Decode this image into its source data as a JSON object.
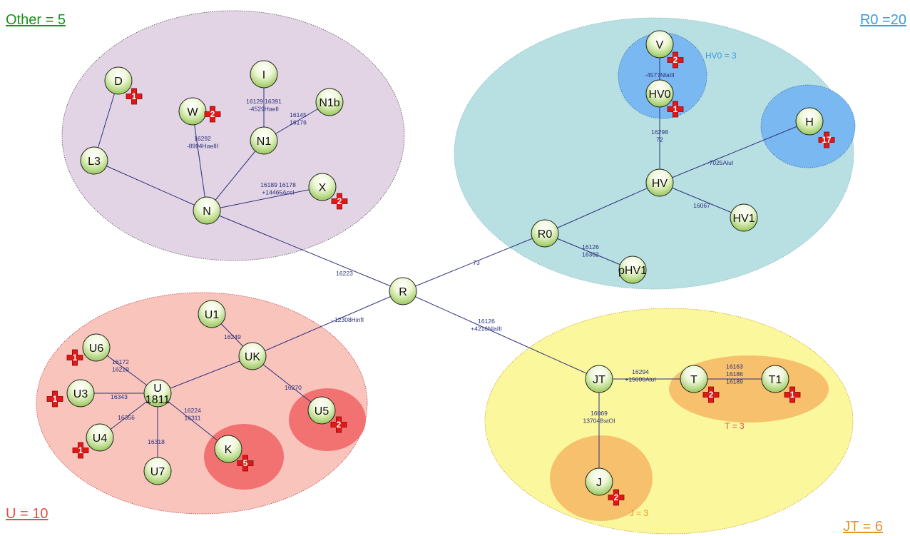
{
  "colors": {
    "other": "#1a8f1a",
    "r0": "#3a9be0",
    "u": "#e84c4c",
    "jt": "#e8922a",
    "edge": "#2b2f7e",
    "badge": "#e01818"
  },
  "groups": {
    "other": {
      "label": "Other = 5"
    },
    "r0": {
      "label": "R0 =20"
    },
    "u": {
      "label": "U = 10"
    },
    "jt": {
      "label": "JT = 6"
    },
    "hv0": {
      "label": "HV0 = 3"
    },
    "t": {
      "label": "T = 3"
    },
    "j": {
      "label": "J = 3"
    }
  },
  "nodes": [
    {
      "id": "R",
      "label": "R"
    },
    {
      "id": "N",
      "label": "N"
    },
    {
      "id": "L3",
      "label": "L3"
    },
    {
      "id": "D",
      "label": "D",
      "badge": "1"
    },
    {
      "id": "W",
      "label": "W",
      "badge": "2"
    },
    {
      "id": "I",
      "label": "I"
    },
    {
      "id": "N1",
      "label": "N1"
    },
    {
      "id": "N1b",
      "label": "N1b"
    },
    {
      "id": "X",
      "label": "X",
      "badge": "2"
    },
    {
      "id": "R0",
      "label": "R0"
    },
    {
      "id": "HV",
      "label": "HV"
    },
    {
      "id": "HV0",
      "label": "HV0",
      "badge": "1"
    },
    {
      "id": "V",
      "label": "V",
      "badge": "2"
    },
    {
      "id": "H",
      "label": "H",
      "badge": "17"
    },
    {
      "id": "HV1",
      "label": "HV1"
    },
    {
      "id": "pHV1",
      "label": "pHV1"
    },
    {
      "id": "UK",
      "label": "UK"
    },
    {
      "id": "U",
      "label": "U",
      "sublabel": "1811"
    },
    {
      "id": "U1",
      "label": "U1"
    },
    {
      "id": "U6",
      "label": "U6",
      "badge": "1"
    },
    {
      "id": "U3",
      "label": "U3",
      "badge": "1"
    },
    {
      "id": "U4",
      "label": "U4",
      "badge": "1"
    },
    {
      "id": "U7",
      "label": "U7"
    },
    {
      "id": "K",
      "label": "K",
      "badge": "5"
    },
    {
      "id": "U5",
      "label": "U5",
      "badge": "2"
    },
    {
      "id": "JT",
      "label": "JT"
    },
    {
      "id": "T",
      "label": "T",
      "badge": "2"
    },
    {
      "id": "T1",
      "label": "T1",
      "badge": "1"
    },
    {
      "id": "J",
      "label": "J",
      "badge": "2"
    }
  ],
  "edges": [
    {
      "from": "R",
      "to": "N",
      "label": [
        "16223"
      ]
    },
    {
      "from": "R",
      "to": "R0",
      "label": [
        "73"
      ]
    },
    {
      "from": "R",
      "to": "UK",
      "label": [
        "- 12308HinfI"
      ]
    },
    {
      "from": "R",
      "to": "JT",
      "label": [
        "16126",
        "+4216NlaIII"
      ]
    },
    {
      "from": "N",
      "to": "L3",
      "label": []
    },
    {
      "from": "L3",
      "to": "D",
      "label": []
    },
    {
      "from": "N",
      "to": "W",
      "label": [
        "16292",
        "-8994HaeIII"
      ]
    },
    {
      "from": "N",
      "to": "N1",
      "label": []
    },
    {
      "from": "N1",
      "to": "I",
      "label": [
        "16129 16391",
        "-4529HaeII"
      ]
    },
    {
      "from": "N1",
      "to": "N1b",
      "label": [
        "16145",
        "16176"
      ]
    },
    {
      "from": "N",
      "to": "X",
      "label": [
        "16189 16178",
        "+14465AccI"
      ]
    },
    {
      "from": "R0",
      "to": "HV",
      "label": []
    },
    {
      "from": "R0",
      "to": "pHV1",
      "label": [
        "16126",
        "16362"
      ]
    },
    {
      "from": "HV",
      "to": "HV0",
      "label": [
        "16298",
        "72"
      ]
    },
    {
      "from": "HV0",
      "to": "V",
      "label": [
        "-4577NlaIII"
      ]
    },
    {
      "from": "HV",
      "to": "H",
      "label": [
        "-7025AluI"
      ]
    },
    {
      "from": "HV",
      "to": "HV1",
      "label": [
        "16067"
      ]
    },
    {
      "from": "UK",
      "to": "U1",
      "label": [
        "16249"
      ]
    },
    {
      "from": "UK",
      "to": "U",
      "label": []
    },
    {
      "from": "UK",
      "to": "U5",
      "label": [
        "16270"
      ]
    },
    {
      "from": "U",
      "to": "U6",
      "label": [
        "16172",
        "16219"
      ]
    },
    {
      "from": "U",
      "to": "U3",
      "label": [
        "16343"
      ]
    },
    {
      "from": "U",
      "to": "U4",
      "label": [
        "16356"
      ]
    },
    {
      "from": "U",
      "to": "U7",
      "label": [
        "16318"
      ]
    },
    {
      "from": "U",
      "to": "K",
      "label": [
        "16224",
        "16311"
      ]
    },
    {
      "from": "JT",
      "to": "T",
      "label": [
        "16294",
        "+15606AluI"
      ]
    },
    {
      "from": "T",
      "to": "T1",
      "label": [
        "16163",
        "16186",
        "16189"
      ]
    },
    {
      "from": "JT",
      "to": "J",
      "label": [
        "16069",
        "13704BstOI"
      ]
    }
  ]
}
